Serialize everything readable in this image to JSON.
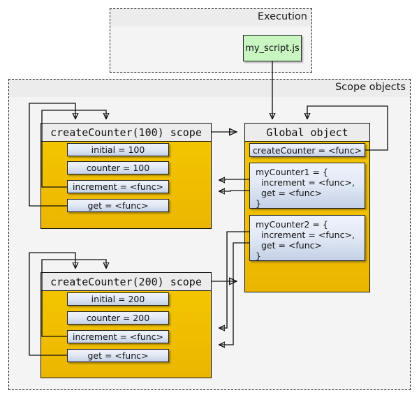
{
  "diagram": {
    "title_execution": "Execution",
    "title_scopes": "Scope objects"
  },
  "execution": {
    "script_node": {
      "label": "my_script.js",
      "color": "#c8f5c0"
    }
  },
  "scopes": [
    {
      "header": "createCounter(100) scope",
      "color": "#f0c000",
      "slots": [
        {
          "label": "initial = 100"
        },
        {
          "label": "counter = 100"
        },
        {
          "label": "increment = <func>"
        },
        {
          "label": "get = <func>"
        }
      ]
    },
    {
      "header": "createCounter(200) scope",
      "color": "#f0c000",
      "slots": [
        {
          "label": "initial = 200"
        },
        {
          "label": "counter = 200"
        },
        {
          "label": "increment = <func>"
        },
        {
          "label": "get = <func>"
        }
      ]
    }
  ],
  "global_object": {
    "header": "Global object",
    "color": "#f0c000",
    "slots": [
      {
        "label": "createCounter = <func>"
      },
      {
        "label": "myCounter1 = {\n  increment = <func>,\n  get = <func>\n}"
      },
      {
        "label": "myCounter2 = {\n  increment = <func>,\n  get = <func>\n}"
      }
    ]
  },
  "colors": {
    "frame_fill": "#f4f4f4",
    "frame_stroke": "#1a1a1a",
    "header_band": "#ececec",
    "object_yellow": "#f0c000",
    "slot_blue": "#c4d0e6",
    "script_green": "#c8f5c0",
    "edge": "#111111"
  }
}
